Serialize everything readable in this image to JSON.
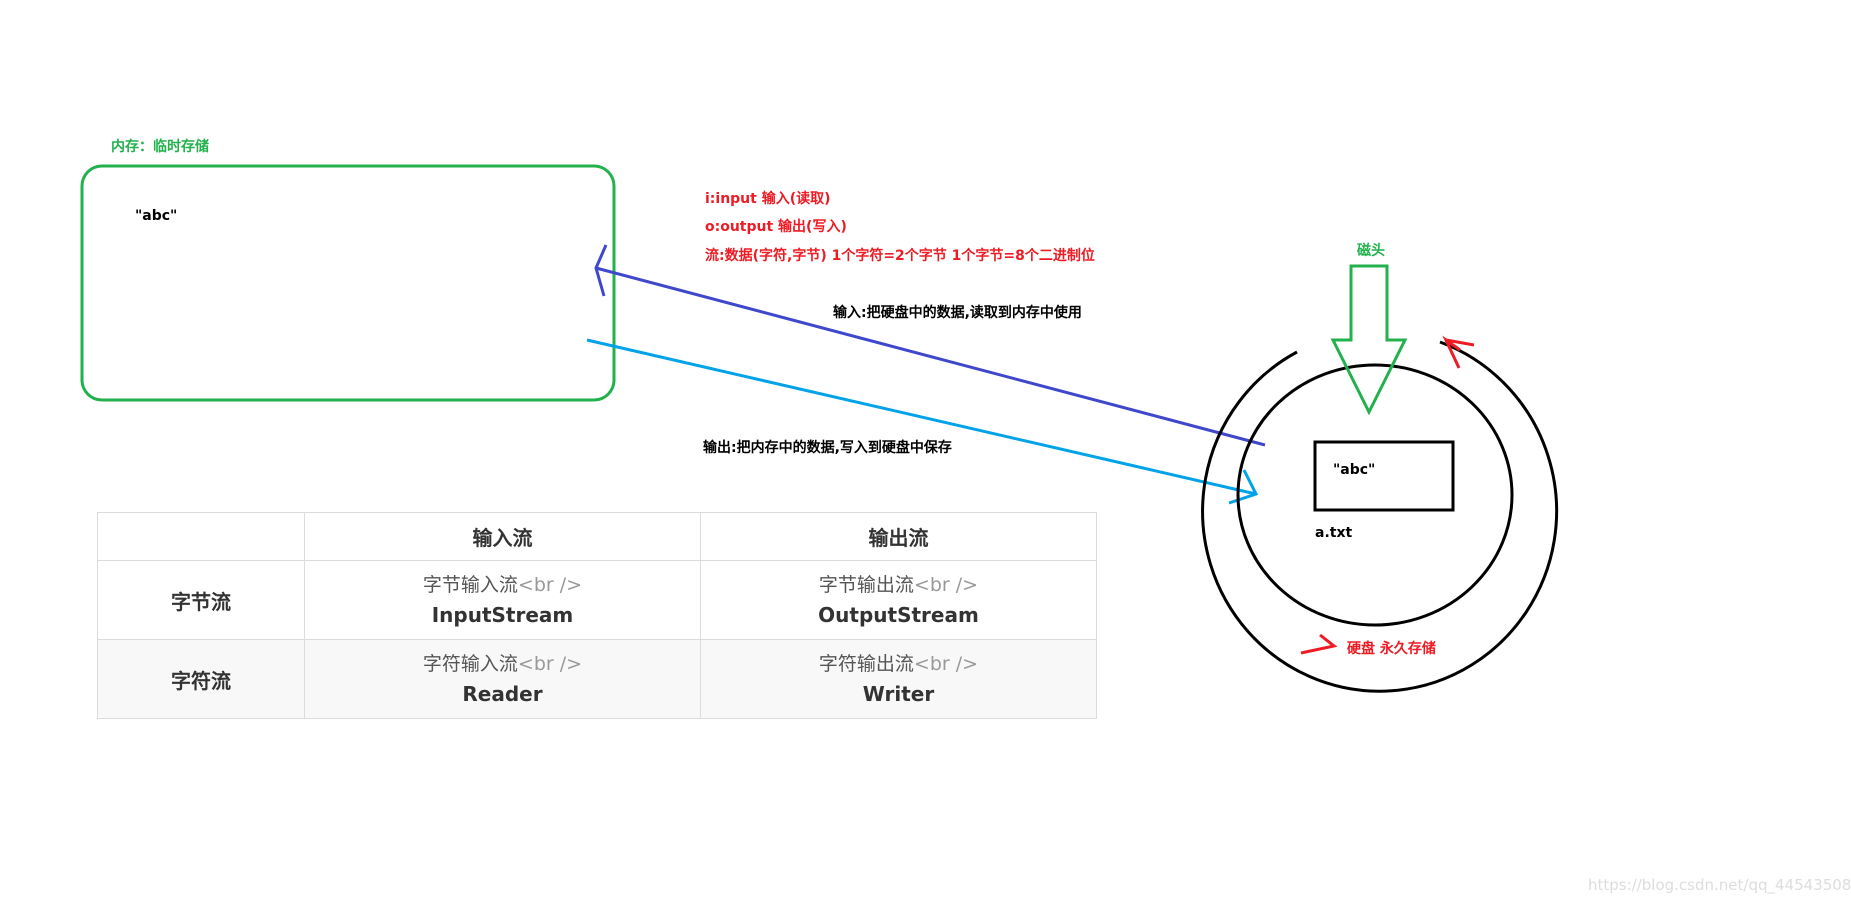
{
  "memory": {
    "title": "内存：临时存储",
    "content": "\"abc\""
  },
  "notes": {
    "input_def": "i:input 输入(读取)",
    "output_def": "o:output 输出(写入)",
    "stream_def": "流:数据(字符,字节) 1个字符=2个字节 1个字节=8个二进制位"
  },
  "arrows": {
    "input_label": "输入:把硬盘中的数据,读取到内存中使用",
    "output_label": "输出:把内存中的数据,写入到硬盘中保存"
  },
  "disk": {
    "head_label": "磁头",
    "file_content": "\"abc\"",
    "file_name": "a.txt",
    "label": "硬盘 永久存储"
  },
  "table": {
    "headers": [
      "",
      "输入流",
      "输出流"
    ],
    "rows": [
      {
        "label": "字节流",
        "cells": [
          {
            "line1": "字节输入流",
            "tag": "<br />",
            "line2": "InputStream"
          },
          {
            "line1": "字节输出流",
            "tag": "<br />",
            "line2": "OutputStream"
          }
        ]
      },
      {
        "label": "字符流",
        "cells": [
          {
            "line1": "字符输入流",
            "tag": "<br />",
            "line2": "Reader"
          },
          {
            "line1": "字符输出流",
            "tag": "<br />",
            "line2": "Writer"
          }
        ]
      }
    ]
  },
  "watermark": "https://blog.csdn.net/qq_44543508",
  "colors": {
    "green": "#22b14c",
    "red": "#ed1c24",
    "input_arrow": "#3f48cc",
    "output_arrow": "#00a2e8"
  }
}
